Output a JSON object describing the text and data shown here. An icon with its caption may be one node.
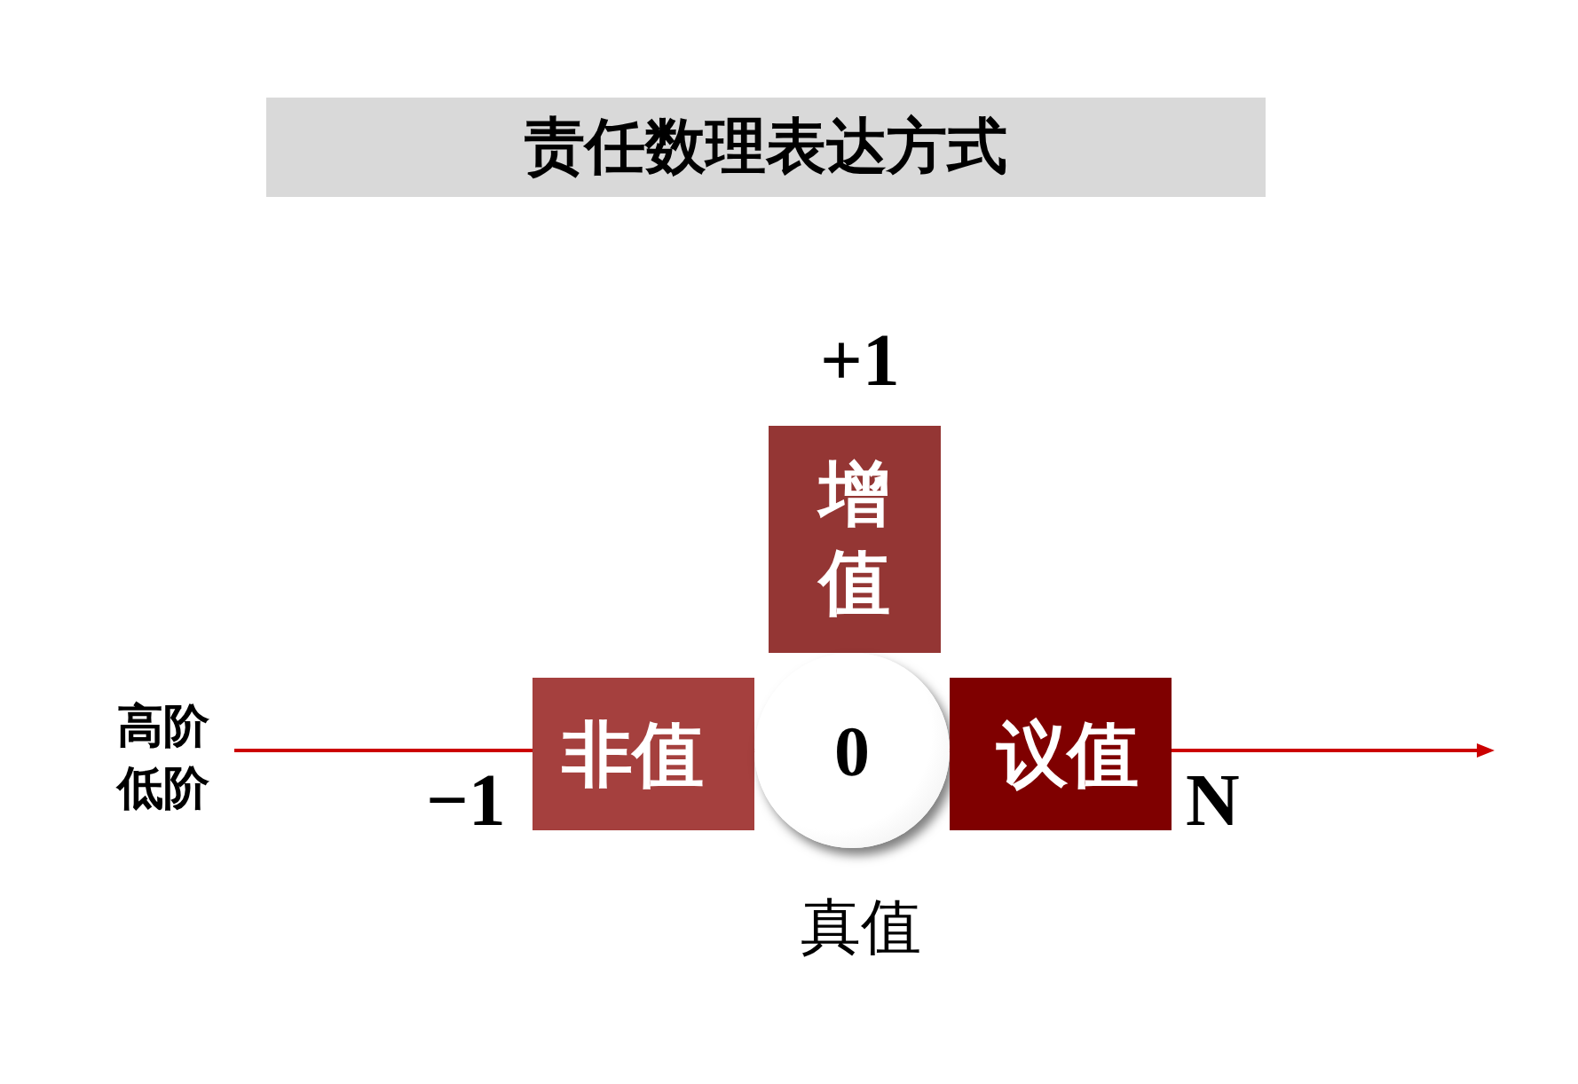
{
  "diagram": {
    "title": "责任数理表达方式",
    "nodes": [
      {
        "text": [
          "增值"
        ]
      },
      {
        "text": [
          "非值"
        ]
      },
      {
        "text": [
          "0"
        ],
        "beside": [
          "真值"
        ]
      },
      {
        "text": [
          "议值"
        ]
      }
    ],
    "labels": [
      "+1",
      "高阶",
      "低阶",
      "−1",
      "N"
    ]
  }
}
